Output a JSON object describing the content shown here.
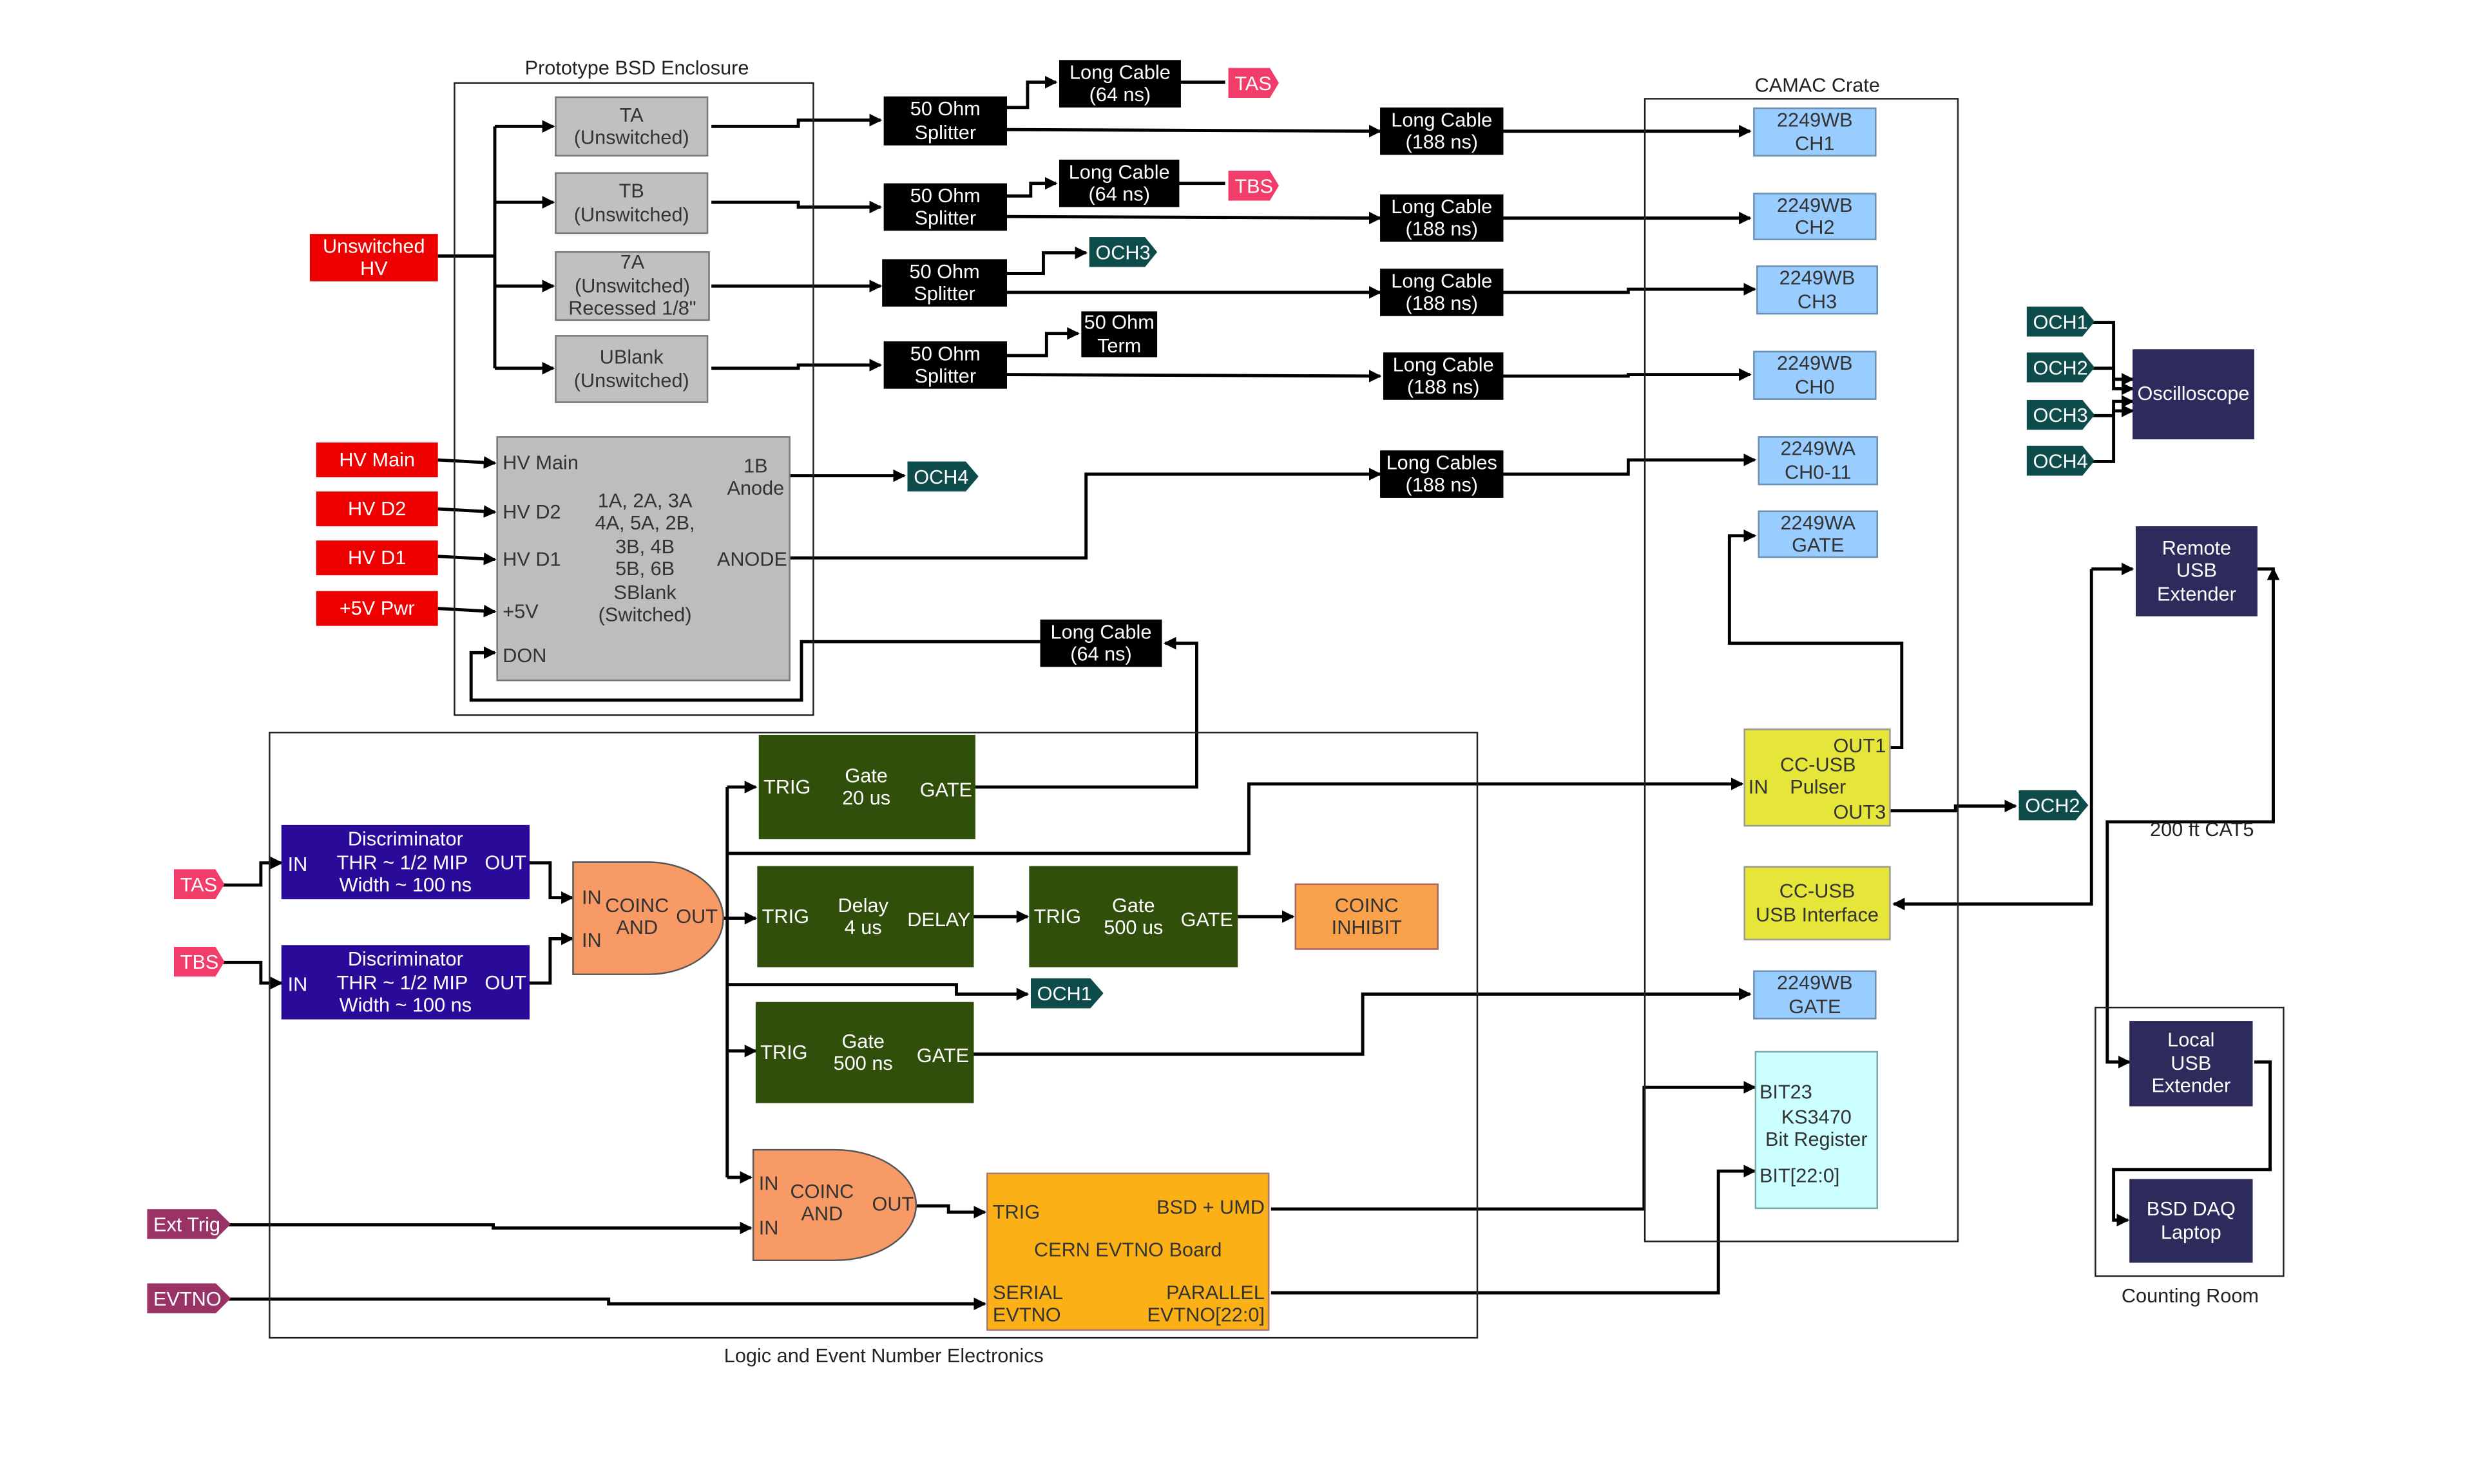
{
  "enclosures": {
    "bsd": "Prototype BSD Enclosure",
    "camac": "CAMAC Crate",
    "logic": "Logic and Event Number Electronics",
    "counting": "Counting Room"
  },
  "hv": {
    "unswitched": "Unswitched\nHV",
    "main": "HV Main",
    "d2": "HV D2",
    "d1": "HV D1",
    "pwr": "+5V Pwr"
  },
  "counters": {
    "ta": "TA\n(Unswitched)",
    "tb": "TB\n(Unswitched)",
    "c7a": "7A\n(Unswitched)\nRecessed 1/8\"",
    "ublank": "UBlank\n(Unswitched)"
  },
  "switched": {
    "in_hvmain": "HV Main",
    "in_hvd2": "HV D2",
    "in_hvd1": "HV D1",
    "in_5v": "+5V",
    "in_don": "DON",
    "body": "1A, 2A, 3A\n4A, 5A, 2B,\n3B, 4B\n5B, 6B\nSBlank\n(Switched)",
    "out_1b": "1B\nAnode",
    "out_anode": "ANODE"
  },
  "cabling": {
    "splitter": "50 Ohm\nSplitter",
    "long64": "Long Cable\n(64 ns)",
    "long188": "Long Cable\n(188 ns)",
    "longs188": "Long Cables\n(188 ns)",
    "term": "50 Ohm\nTerm",
    "cat5": "200 ft CAT5"
  },
  "tags": {
    "tas": "TAS",
    "tbs": "TBS",
    "och1": "OCH1",
    "och2": "OCH2",
    "och3": "OCH3",
    "och4": "OCH4",
    "exttrig": "Ext Trig",
    "evtno": "EVTNO"
  },
  "camac": {
    "ch1": "2249WB\nCH1",
    "ch2": "2249WB\nCH2",
    "ch3": "2249WB\nCH3",
    "ch0": "2249WB\nCH0",
    "wa": "2249WA\nCH0-11",
    "wagate": "2249WA\nGATE",
    "wbgate": "2249WB\nGATE",
    "ccusb_in": "IN",
    "ccusb_out1": "OUT1",
    "ccusb_body": "CC-USB\nPulser",
    "ccusb_out3": "OUT3",
    "ccusb_if": "CC-USB\nUSB Interface",
    "bitreg_bit23": "BIT23",
    "bitreg_body": "KS3470\nBit Register",
    "bitreg_bits": "BIT[22:0]"
  },
  "logic": {
    "disc_title": "Discriminator",
    "disc_in": "IN",
    "disc_thr": "THR ~ 1/2 MIP",
    "disc_out": "OUT",
    "disc_width": "Width ~ 100 ns",
    "coinc_in": "IN",
    "coinc_label": "COINC\nAND",
    "coinc_out": "OUT",
    "trig": "TRIG",
    "gate20": "Gate\n20 us",
    "gate500us": "Gate\n500 us",
    "gate500ns": "Gate\n500 ns",
    "gate_out": "GATE",
    "delay": "Delay\n4 us",
    "delay_out": "DELAY",
    "inhibit": "COINC\nINHIBIT",
    "evtno_trig": "TRIG",
    "evtno_umd": "BSD + UMD",
    "evtno_title": "CERN EVTNO Board",
    "evtno_serial": "SERIAL\nEVTNO",
    "evtno_parallel": "PARALLEL\nEVTNO[22:0]"
  },
  "remote": {
    "scope": "Oscilloscope",
    "remote_usb": "Remote\nUSB\nExtender",
    "local_usb": "Local\nUSB\nExtender",
    "laptop": "BSD DAQ\nLaptop"
  },
  "colors": {
    "hv_red": "#ee0000",
    "gray_counter": "#c0c0c0",
    "camac_blue": "#99ccff",
    "pulser_yellow": "#e5e53a",
    "logic_green": "#2f4f0a",
    "disc_purple": "#2a0a99",
    "coinc_orange": "#f79a66",
    "evtno_amber": "#fbb116",
    "tag_teal": "#0e4c4c",
    "tag_pink": "#f23d6b",
    "tag_plum": "#993366",
    "navy": "#2d2a5c"
  }
}
